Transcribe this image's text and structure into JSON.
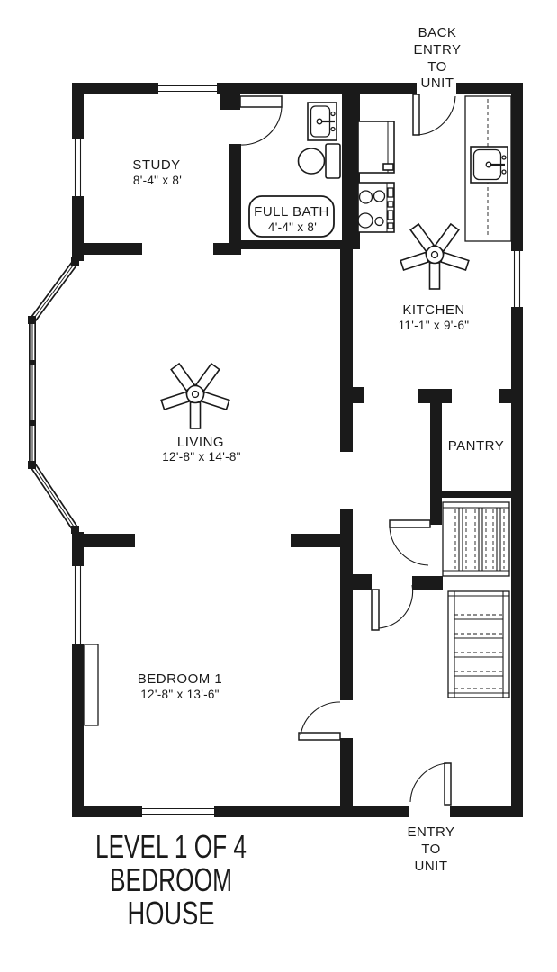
{
  "plan": {
    "title_lines": [
      "LEVEL 1 OF 4",
      "BEDROOM",
      "HOUSE"
    ],
    "back_entry": [
      "BACK",
      "ENTRY",
      "TO",
      "UNIT"
    ],
    "entry": [
      "ENTRY",
      "TO",
      "UNIT"
    ],
    "rooms": [
      {
        "id": "study",
        "name": "STUDY",
        "dims": "8'-4\" x 8'"
      },
      {
        "id": "full-bath",
        "name": "FULL BATH",
        "dims": "4'-4\" x 8'"
      },
      {
        "id": "kitchen",
        "name": "KITCHEN",
        "dims": "11'-1\" x 9'-6\""
      },
      {
        "id": "living",
        "name": "LIVING",
        "dims": "12'-8\" x 14'-8\""
      },
      {
        "id": "pantry",
        "name": "PANTRY",
        "dims": ""
      },
      {
        "id": "bedroom-1",
        "name": "BEDROOM 1",
        "dims": "12'-8\" x 13'-6\""
      }
    ],
    "fixtures": [
      "bathroom-sink",
      "toilet",
      "refrigerator",
      "stove",
      "kitchen-sink",
      "kitchen-counter",
      "ceiling-fan-kitchen",
      "ceiling-fan-living",
      "closet-shelves",
      "staircase",
      "bedroom-dresser",
      "bay-window",
      "entry-door",
      "back-entry-door"
    ],
    "colors": {
      "background": "#ffffff",
      "line": "#1a1a1a"
    }
  }
}
